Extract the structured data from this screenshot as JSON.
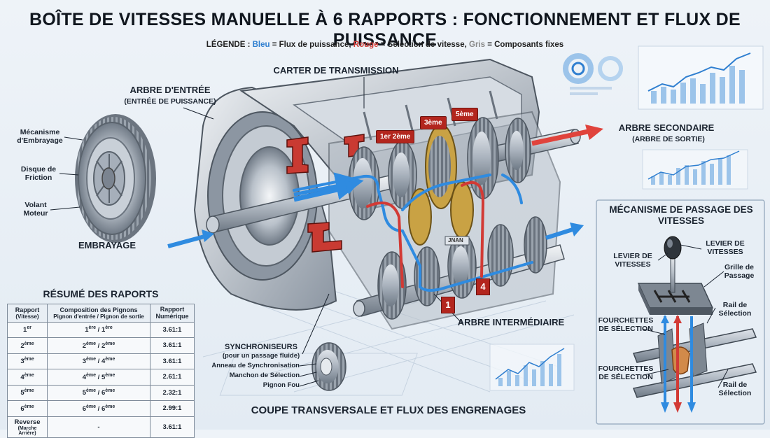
{
  "title": "BOÎTE DE VITESSES MANUELLE À 6 RAPPORTS : FONCTIONNEMENT ET FLUX DE PUISSANCE",
  "legend": {
    "prefix": "LÉGENDE :",
    "blue_word": "Bleu",
    "blue_text": "= Flux de puissance,",
    "red_word": "Rouge",
    "red_text": "= Sélection de vitesse,",
    "gray_word": "Gris",
    "gray_text": "= Composants fixes"
  },
  "colors": {
    "power_flow": "#2f8be0",
    "gear_select": "#d23a35",
    "fixed": "#8c96a2"
  },
  "labels": {
    "carter": "CARTER DE TRANSMISSION",
    "arbre_entree": "ARBRE D'ENTRÉE",
    "arbre_entree_sub": "(ENTRÉE DE PUISSANCE)",
    "arbre_secondaire": "ARBRE SECONDAIRE",
    "arbre_secondaire_sub": "(ARBRE DE SORTIE)",
    "arbre_intermediaire": "ARBRE INTERMÉDIAIRE",
    "mecanisme_embrayage": "Mécanisme d'Embrayage",
    "disque_friction": "Disque de Friction",
    "volant_moteur": "Volant Moteur",
    "embrayage": "EMBRAYAGE",
    "synchroniseurs": "SYNCHRONISEURS",
    "synchroniseurs_sub": "(pour un passage fluide)",
    "anneau": "Anneau de Synchronisation",
    "manchon": "Manchon de Sélection",
    "pignon_fou": "Pignon Fou",
    "coupe": "COUPE TRANSVERSALE ET FLUX DES ENGRENAGES",
    "gear_1_2": "1er 2ème",
    "gear_3": "3ème",
    "gear_5": "5ème",
    "num_1": "1",
    "num_4": "4",
    "hub_text": "JNAN"
  },
  "passage": {
    "title": "MÉCANISME DE PASSAGE DES VITESSES",
    "levier_left": "LEVIER DE VITESSES",
    "levier_right": "LEVIER DE VITESSES",
    "grille": "Grille de Passage",
    "rail_top": "Rail de Sélection",
    "fourchettes_top": "FOURCHETTES DE SÉLECTION",
    "fourchettes_bottom": "FOURCHETTES DE SÉLECTION",
    "rail_bottom": "Rail de Sélection"
  },
  "summary": {
    "title": "RÉSUMÉ DES RAPORTS",
    "headers": {
      "rapport": "Rapport",
      "rapport_sub": "(Vitesse)",
      "composition": "Composition des Pignons",
      "composition_sub": "Pignon d'entrée / Pignon de sortie",
      "numerique": "Rapport Numérique"
    },
    "rows": [
      {
        "rapport": "1",
        "rsup": "er",
        "in": "1",
        "insup": "ère",
        "out": "1",
        "outsup": "ère",
        "ratio": "3.61:1"
      },
      {
        "rapport": "2",
        "rsup": "ème",
        "in": "2",
        "insup": "ème",
        "out": "2",
        "outsup": "ème",
        "ratio": "3.61:1"
      },
      {
        "rapport": "3",
        "rsup": "ème",
        "in": "3",
        "insup": "ème",
        "out": "4",
        "outsup": "ème",
        "ratio": "3.61:1"
      },
      {
        "rapport": "4",
        "rsup": "ème",
        "in": "4",
        "insup": "ème",
        "out": "5",
        "outsup": "ème",
        "ratio": "2.61:1"
      },
      {
        "rapport": "5",
        "rsup": "ème",
        "in": "5",
        "insup": "ème",
        "out": "6",
        "outsup": "ème",
        "ratio": "2.32:1"
      },
      {
        "rapport": "6",
        "rsup": "ème",
        "in": "6",
        "insup": "ème",
        "out": "6",
        "outsup": "ème",
        "ratio": "2.99:1"
      }
    ],
    "reverse": {
      "rapport": "Reverse",
      "sub": "(Marche Arrière)",
      "composition": "-",
      "ratio": "3.61:1"
    }
  }
}
